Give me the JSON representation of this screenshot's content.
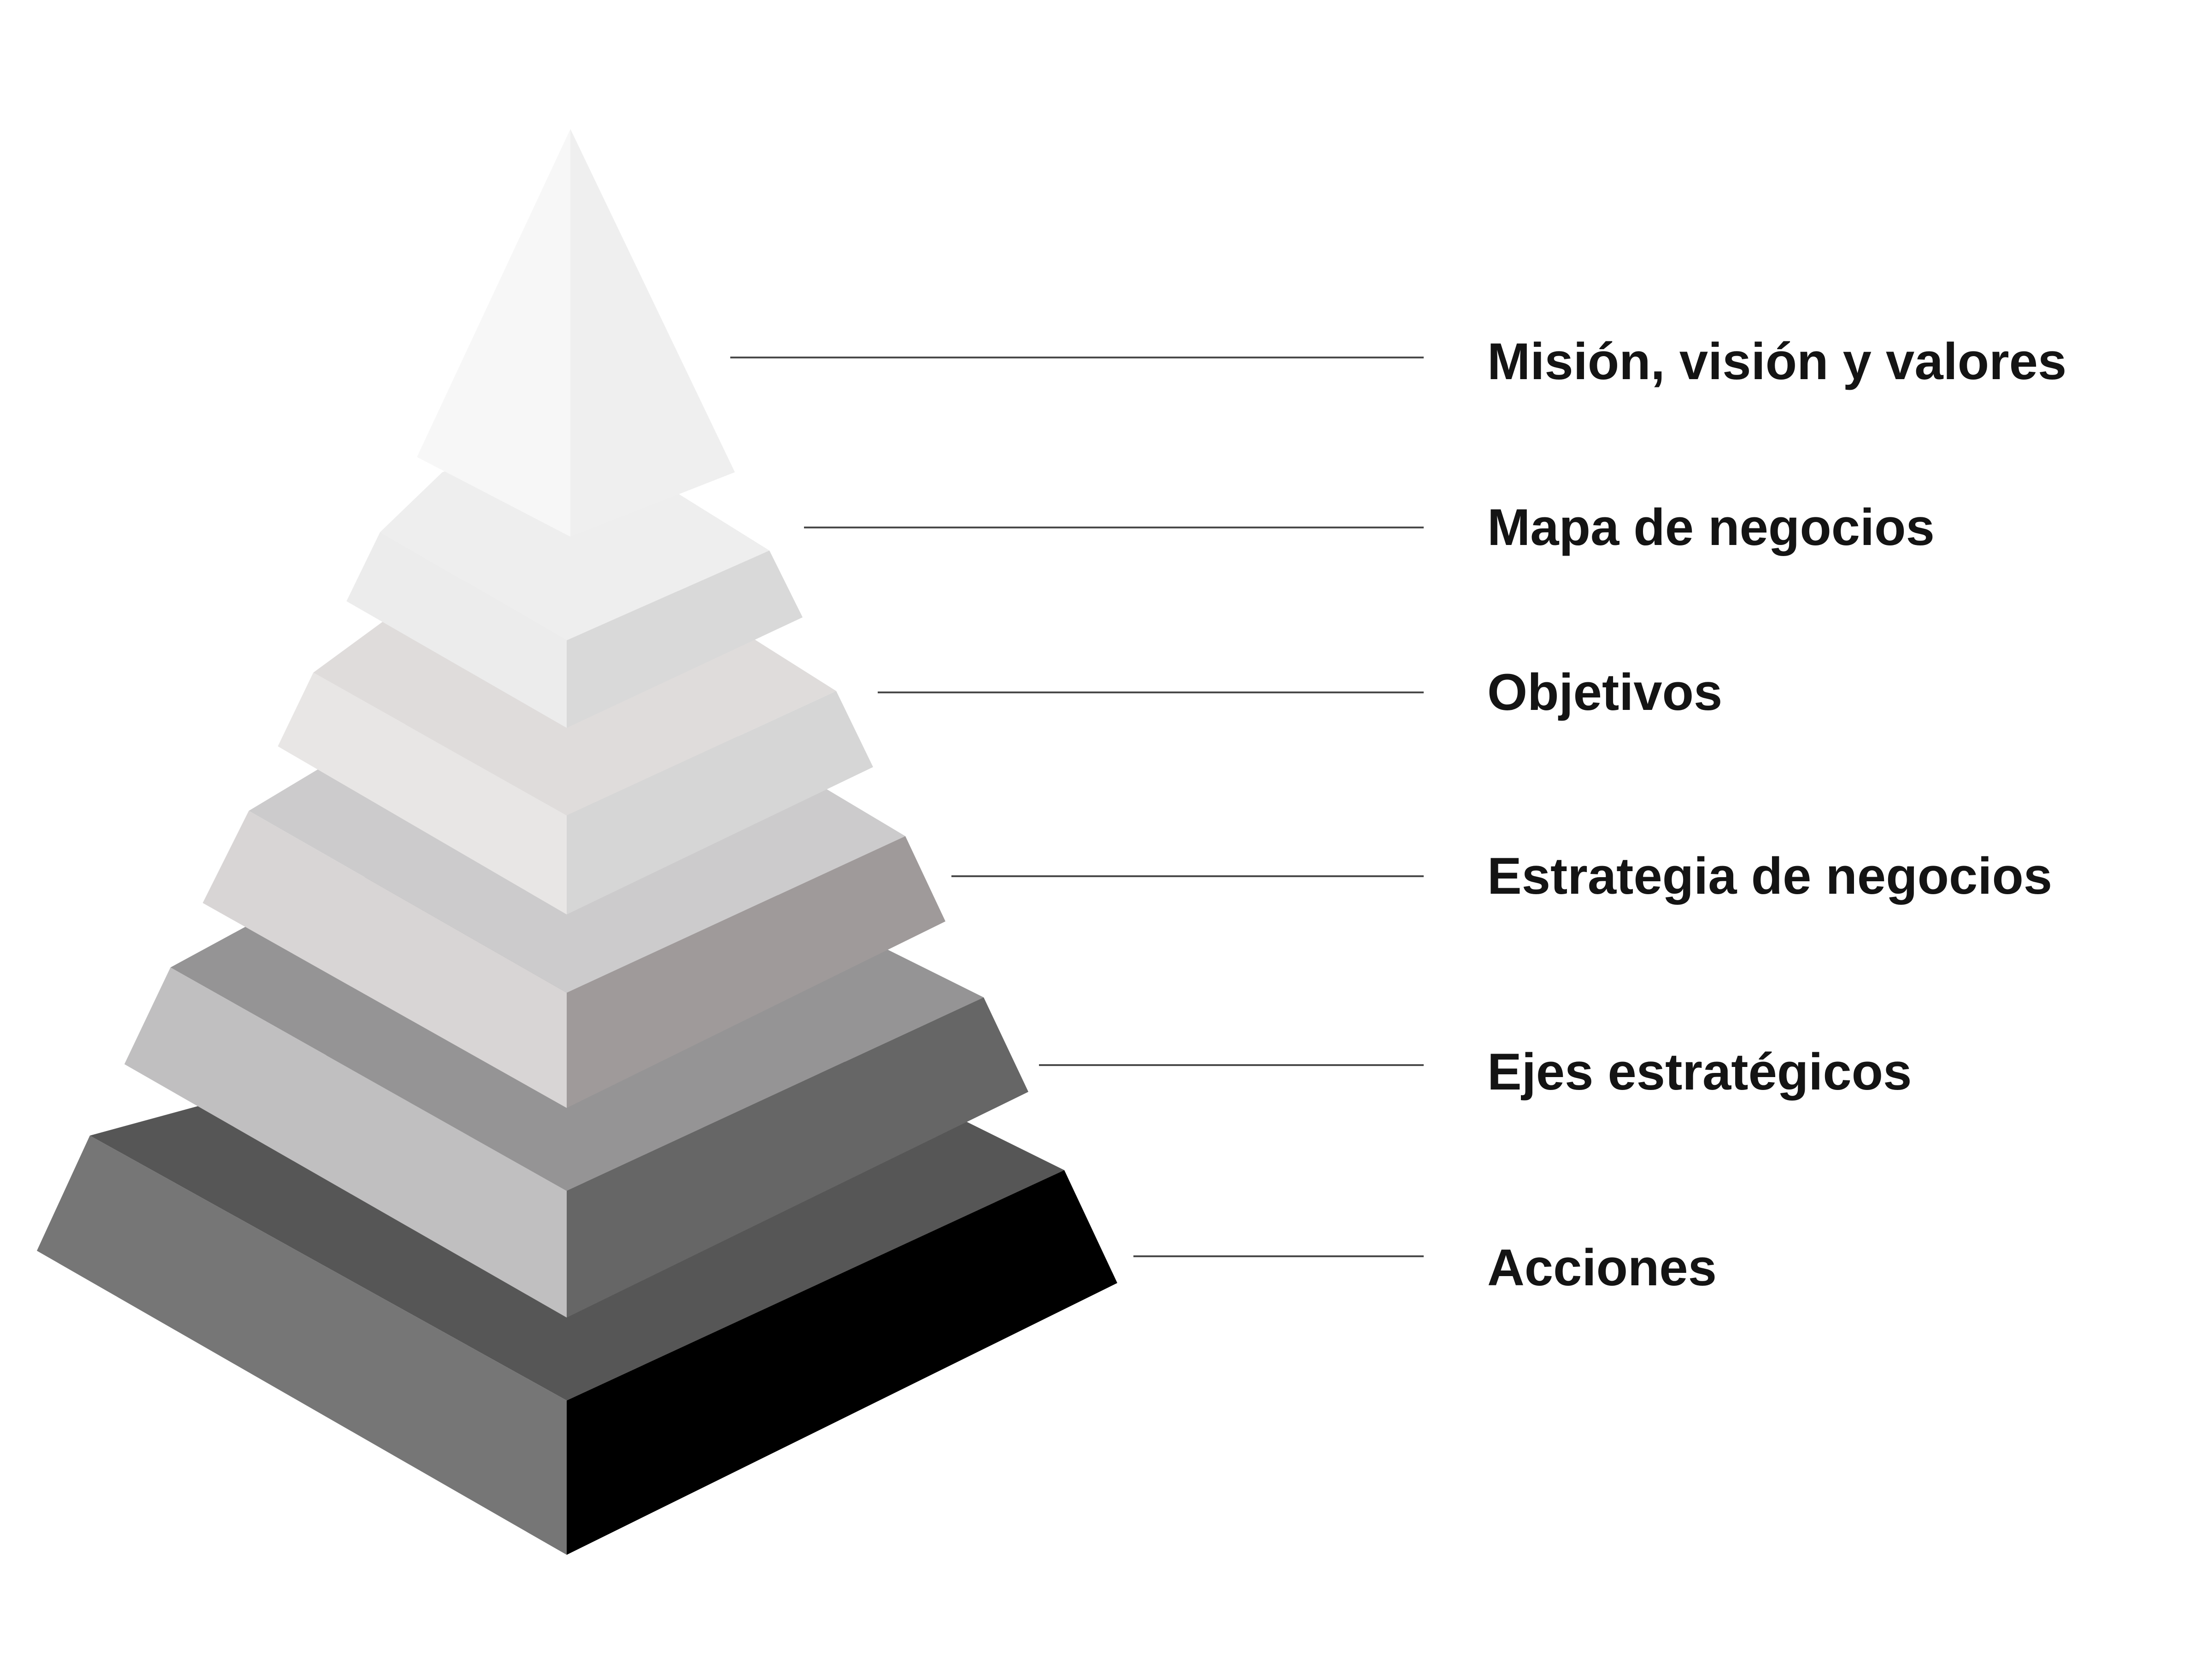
{
  "diagram": {
    "type": "layered-pyramid",
    "levels": [
      {
        "label": "Misión, visión y valores",
        "colors": {
          "top": "#f7f7f7",
          "left": "#f7f7f7",
          "right": "#efefef"
        }
      },
      {
        "label": "Mapa de negocios",
        "colors": {
          "top": "#eeeeee",
          "left": "#ececec",
          "right": "#d9d9d9"
        }
      },
      {
        "label": "Objetivos",
        "colors": {
          "top": "#dfdcdb",
          "left": "#e8e6e5",
          "right": "#d6d6d6"
        }
      },
      {
        "label": "Estrategia de negocios",
        "colors": {
          "top": "#cccbcc",
          "left": "#d8d5d5",
          "right": "#9f9a9a"
        }
      },
      {
        "label": "Ejes estratégicos",
        "colors": {
          "top": "#959495",
          "left": "#c0bfc0",
          "right": "#666666"
        }
      },
      {
        "label": "Acciones",
        "colors": {
          "top": "#565656",
          "left": "#767676",
          "right": "#000000"
        }
      }
    ]
  }
}
